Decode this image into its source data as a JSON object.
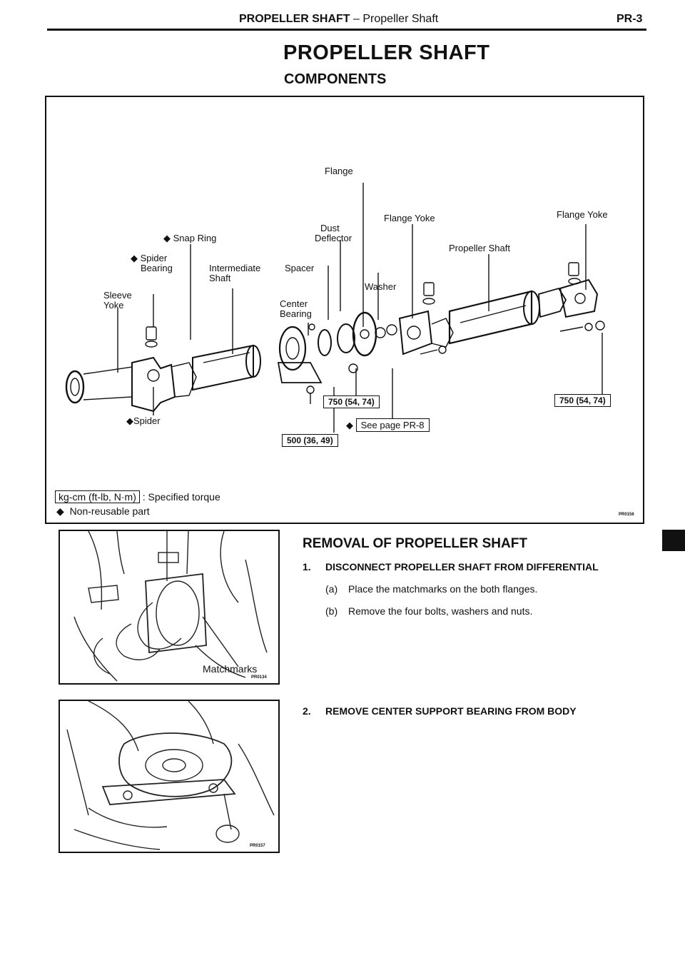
{
  "header": {
    "section": "PROPELLER SHAFT",
    "separator": "–",
    "subsection": "Propeller Shaft",
    "page": "PR-3"
  },
  "title": "PROPELLER SHAFT",
  "subtitle": "COMPONENTS",
  "diagram": {
    "labels": {
      "flange": "Flange",
      "flange_yoke_1": "Flange Yoke",
      "flange_yoke_2": "Flange Yoke",
      "dust_deflector_1": "Dust",
      "dust_deflector_2": "Deflector",
      "snap_ring": "Snap Ring",
      "propeller_shaft": "Propeller Shaft",
      "spider_bearing_1": "Spider",
      "spider_bearing_2": "Bearing",
      "intermediate_shaft_1": "Intermediate",
      "intermediate_shaft_2": "Shaft",
      "spacer": "Spacer",
      "washer": "Washer",
      "sleeve_yoke_1": "Sleeve",
      "sleeve_yoke_2": "Yoke",
      "center_bearing_1": "Center",
      "center_bearing_2": "Bearing",
      "spider": "Spider"
    },
    "marker": "◆",
    "torque_values": {
      "t1": "750 (54, 74)",
      "t2": "750 (54, 74)",
      "t3": "500 (36, 49)"
    },
    "see_page": "See page PR-8",
    "code": "PR0156"
  },
  "legend": {
    "torque_unit": "kg-cm (ft-lb, N·m)",
    "torque_text": ": Specified torque",
    "nonreusable_text": "Non-reusable part"
  },
  "photo1": {
    "label": "Matchmarks",
    "code": "PR0134"
  },
  "photo2": {
    "code": "PR0157"
  },
  "removal": {
    "heading": "REMOVAL OF PROPELLER SHAFT",
    "step1_num": "1.",
    "step1": "DISCONNECT PROPELLER SHAFT FROM DIFFERENTIAL",
    "step1a_letter": "(a)",
    "step1a": "Place the matchmarks on the both flanges.",
    "step1b_letter": "(b)",
    "step1b": "Remove the four bolts, washers and nuts.",
    "step2_num": "2.",
    "step2": "REMOVE CENTER SUPPORT BEARING FROM BODY"
  }
}
